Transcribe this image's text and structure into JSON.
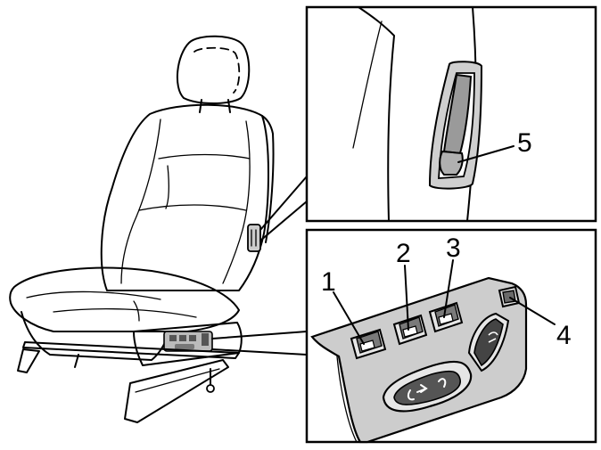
{
  "callouts": {
    "c1": "1",
    "c2": "2",
    "c3": "3",
    "c4": "4",
    "c5": "5"
  },
  "colors": {
    "line": "#000000",
    "panel_gray": "#c8c8c8",
    "dark_gray": "#8c8c8c",
    "background": "#ffffff"
  }
}
